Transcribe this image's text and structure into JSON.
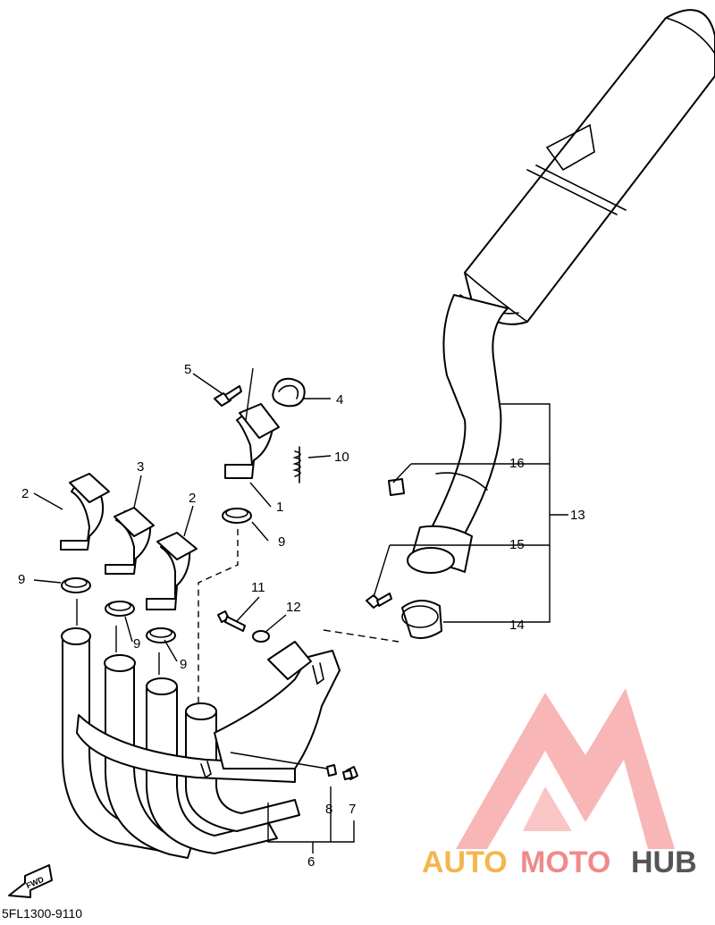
{
  "diagram": {
    "part_code": "5FL1300-9110",
    "fwd_label": "FWD",
    "callouts": [
      "1",
      "2",
      "2",
      "3",
      "4",
      "5",
      "6",
      "7",
      "8",
      "9",
      "9",
      "9",
      "9",
      "10",
      "11",
      "12",
      "13",
      "14",
      "15",
      "16"
    ]
  },
  "watermark": {
    "word_part1": "AUTO",
    "word_part2": "MOTO",
    "word_part3": "HUB",
    "colors": {
      "mark": "#f8b6b6",
      "auto": "#f5b64f",
      "moto": "#f08a8a",
      "hub": "#555555"
    }
  }
}
